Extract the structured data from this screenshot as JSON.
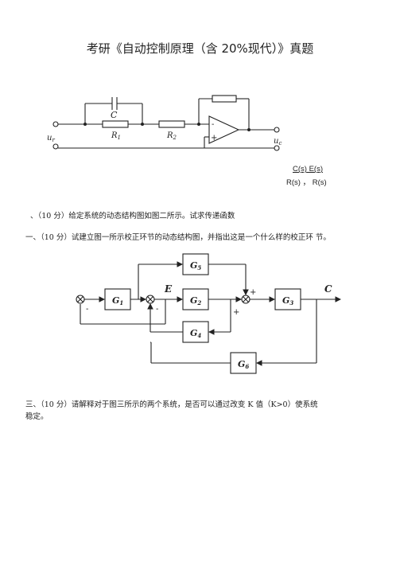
{
  "document": {
    "title": "考研《自动控制原理（含 20%现代）》真题",
    "circuit": {
      "capacitor_label": "C",
      "r1_label": "R",
      "r1_sub": "1",
      "r2_label": "R",
      "r2_sub": "2",
      "input_label": "u",
      "input_sub": "r",
      "output_label": "u",
      "output_sub": "c",
      "opamp_minus": "-",
      "opamp_plus": "+"
    },
    "fraction_numerator": "C(s) E(s)",
    "fraction_denominator": "R(s) ，  R(s)",
    "q2_text": "、（10 分）给定系统的动态结构图如图二所示。试求传递函数",
    "q1_text": "一、（10 分）试建立图一所示校正环节的动态结构图，并指出这是一个什么样的校正环  节。",
    "q3_line1": "三、（10 分）请解释对于图三所示的两个系统，是否可以通过改变     K 值（K>0）使系统",
    "q3_line2": "稳定。",
    "block_diagram": {
      "g1": "G",
      "g1_sub": "1",
      "g2": "G",
      "g2_sub": "2",
      "g3": "G",
      "g3_sub": "3",
      "g4": "G",
      "g4_sub": "4",
      "g5": "G",
      "g5_sub": "5",
      "g6": "G",
      "g6_sub": "6",
      "e_label": "E",
      "c_label": "C",
      "minus1": "-",
      "minus2": "-",
      "plus1": "+",
      "plus2": "+"
    }
  }
}
